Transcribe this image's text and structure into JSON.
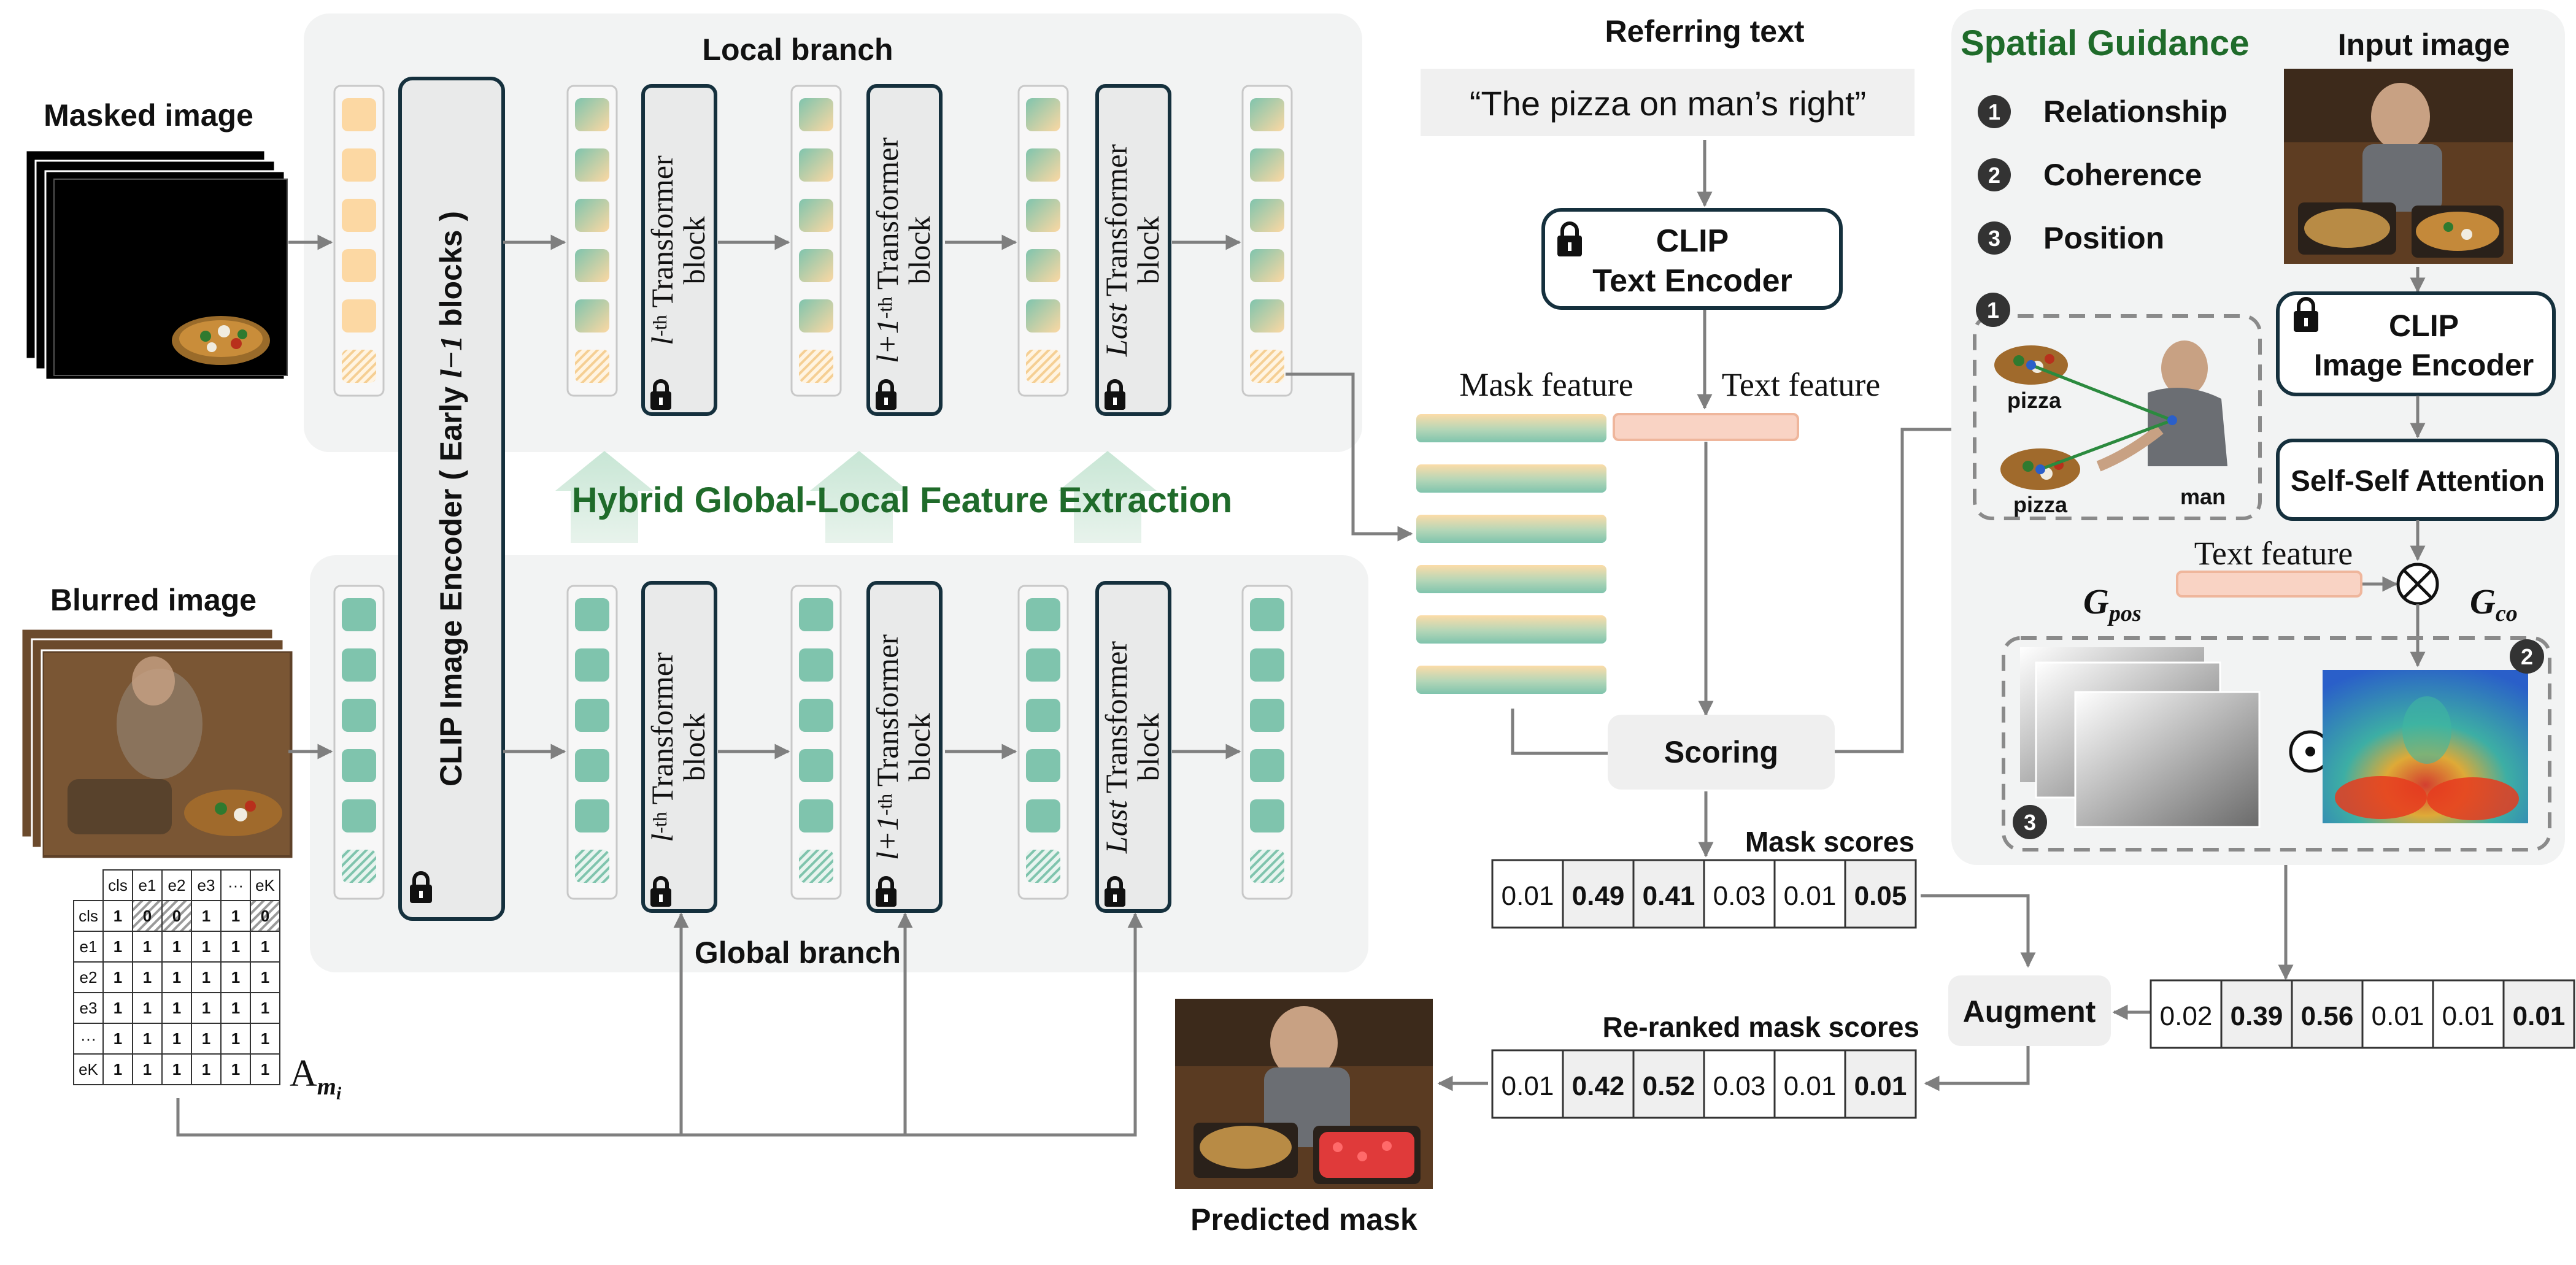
{
  "left": {
    "masked_image_label": "Masked image",
    "blurred_image_label": "Blurred image",
    "local_branch_label": "Local branch",
    "global_branch_label": "Global branch",
    "encoder_label": "CLIP Image Encoder ( Early ",
    "encoder_label_var": "l−1",
    "encoder_label_tail": " blocks )",
    "blocks": [
      {
        "prefix": "l",
        "sup": "-th",
        "line1": "Transformer",
        "line2": "block"
      },
      {
        "prefix": "l+1",
        "sup": "-th",
        "line1": "Transformer",
        "line2": "block"
      },
      {
        "prefix": "Last",
        "sup": "",
        "line1": "Transformer",
        "line2": "block"
      }
    ],
    "hybrid_label": "Hybrid Global-Local Feature Extraction",
    "attention_matrix": {
      "header": [
        "cls",
        "e1",
        "e2",
        "e3",
        "···",
        "eK"
      ],
      "rows": [
        [
          "cls",
          "1",
          "0",
          "0",
          "1",
          "1",
          "0"
        ],
        [
          "e1",
          "1",
          "1",
          "1",
          "1",
          "1",
          "1"
        ],
        [
          "e2",
          "1",
          "1",
          "1",
          "1",
          "1",
          "1"
        ],
        [
          "e3",
          "1",
          "1",
          "1",
          "1",
          "1",
          "1"
        ],
        [
          "···",
          "1",
          "1",
          "1",
          "1",
          "1",
          "1"
        ],
        [
          "eK",
          "1",
          "1",
          "1",
          "1",
          "1",
          "1"
        ]
      ],
      "label": "A",
      "label_sub": "m",
      "label_subsub": "i"
    },
    "predicted_mask_label": "Predicted mask"
  },
  "middle": {
    "referring_text_label": "Referring text",
    "referring_text": "“The pizza on man’s right”",
    "text_encoder_line1": "CLIP",
    "text_encoder_line2": "Text Encoder",
    "mask_feature_label": "Mask feature",
    "text_feature_label": "Text feature",
    "scoring_label": "Scoring",
    "mask_scores_label": "Mask scores",
    "mask_scores": [
      "0.01",
      "0.49",
      "0.41",
      "0.03",
      "0.01",
      "0.05"
    ],
    "mask_scores_dim": [
      true,
      false,
      false,
      true,
      true,
      false
    ],
    "reranked_label": "Re-ranked mask scores",
    "reranked_scores": [
      "0.01",
      "0.42",
      "0.52",
      "0.03",
      "0.01",
      "0.01"
    ],
    "reranked_dim": [
      true,
      false,
      false,
      true,
      true,
      false
    ],
    "augment_label": "Augment"
  },
  "right": {
    "spatial_title": "Spatial Guidance",
    "input_image_label": "Input image",
    "guidance_items": [
      {
        "num": "1",
        "label": "Relationship"
      },
      {
        "num": "2",
        "label": "Coherence"
      },
      {
        "num": "3",
        "label": "Position"
      }
    ],
    "image_encoder_line1": "CLIP",
    "image_encoder_line2": "Image Encoder",
    "ssa_label": "Self-Self Attention",
    "text_feature_label": "Text feature",
    "gpos_label": "G",
    "gpos_sub": "pos",
    "gco_label": "G",
    "gco_sub": "co",
    "rel_labels": [
      "pizza",
      "pizza",
      "man"
    ],
    "guidance_scores": [
      "0.02",
      "0.39",
      "0.56",
      "0.01",
      "0.01",
      "0.01"
    ],
    "guidance_dim": [
      true,
      false,
      false,
      true,
      true,
      false
    ]
  },
  "colors": {
    "panel_bg": "#f2f3f3",
    "teal": "#7fc4ad",
    "orange": "#fcd8a3",
    "pink": "#f9d3c4",
    "green_text": "#1f6b2a",
    "arrow": "#7f7f7f"
  }
}
